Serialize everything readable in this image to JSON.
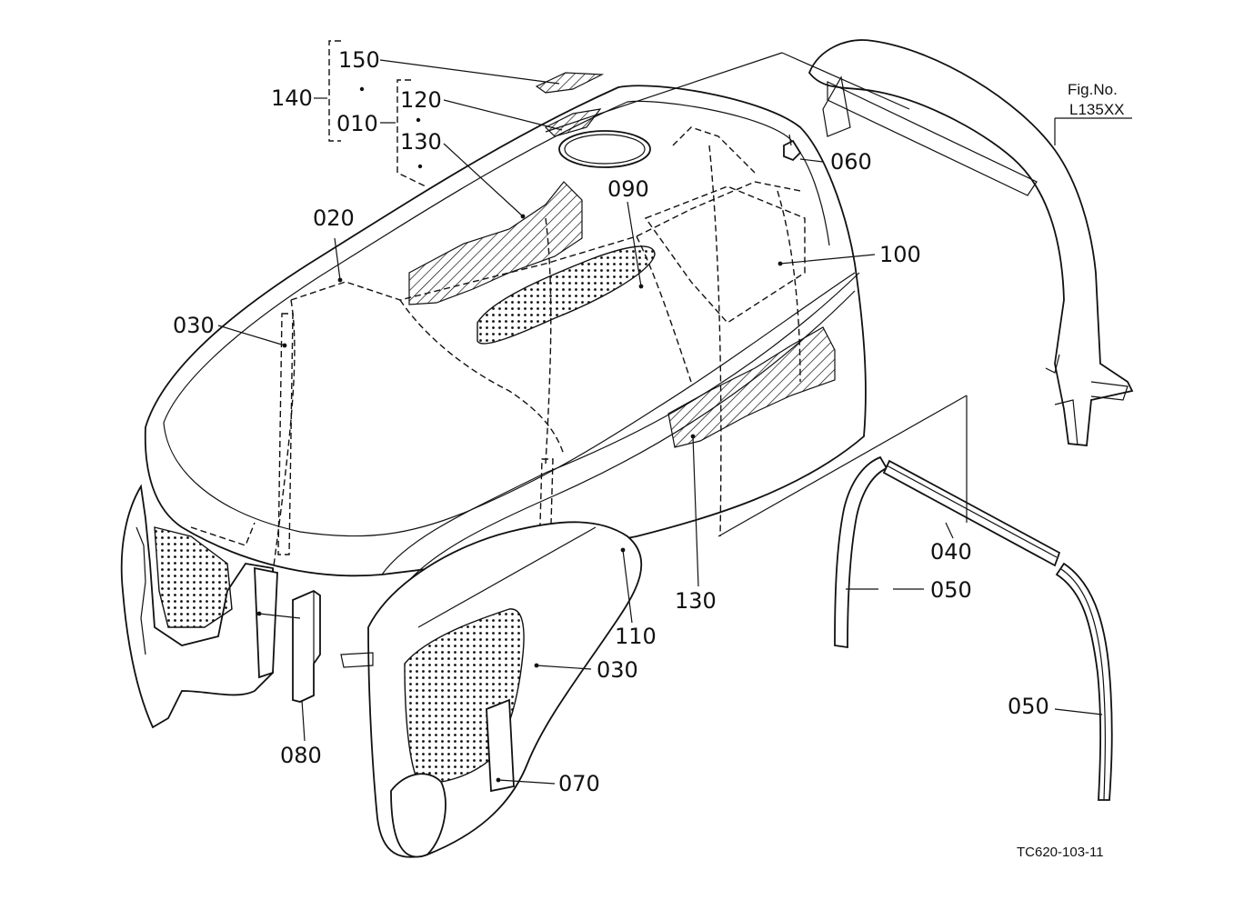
{
  "figure": {
    "fig_no_label": "Fig.No.",
    "fig_no_value": "L135XX",
    "drawing_code": "TC620-103-11"
  },
  "callouts": {
    "c150": "150",
    "c140": "140",
    "c010": "010",
    "c120": "120",
    "c130_top": "130",
    "c020": "020",
    "c090": "090",
    "c060": "060",
    "c100": "100",
    "c030_left": "030",
    "c040": "040",
    "c050_mid": "050",
    "c130_mid": "130",
    "c110": "110",
    "c030_right": "030",
    "c050_right": "050",
    "c080": "080",
    "c070": "070"
  }
}
